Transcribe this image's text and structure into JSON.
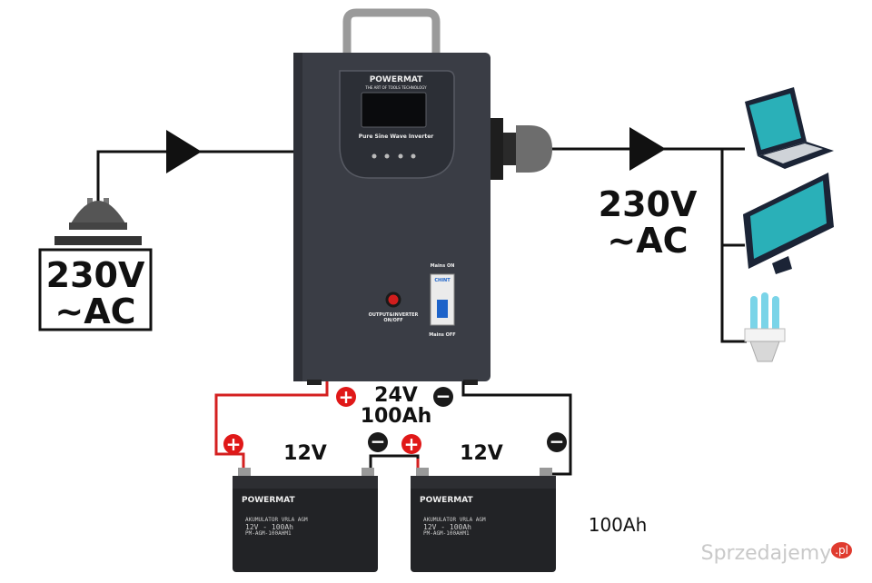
{
  "input": {
    "voltage": "230V",
    "type": "~AC"
  },
  "output": {
    "voltage": "230V",
    "type": "~AC"
  },
  "inverter": {
    "brand": "POWERMAT",
    "tagline": "THE ART OF TOOLS TECHNOLOGY",
    "model": "Pure Sine Wave Inverter",
    "switch_label_line1": "OUTPUT&INVERTER",
    "switch_label_line2": "ON/OFF",
    "mains_on": "Mains ON",
    "mains_off": "Mains OFF",
    "breaker_brand": "CHINT"
  },
  "battery_bank": {
    "voltage": "24V",
    "capacity": "100Ah",
    "plus": "+",
    "minus": "−"
  },
  "batteries": [
    {
      "voltage": "12V",
      "brand": "POWERMAT",
      "line1": "AKUMULATOR VRLA AGM",
      "line2": "12V - 100Ah",
      "line3": "PM-AGM-100AHM1"
    },
    {
      "voltage": "12V",
      "brand": "POWERMAT",
      "line1": "AKUMULATOR VRLA AGM",
      "line2": "12V - 100Ah",
      "line3": "PM-AGM-100AHM1"
    }
  ],
  "battery_capacity_label": "100Ah",
  "devices": [
    "laptop-icon",
    "monitor-icon",
    "bulb-icon"
  ],
  "watermark": {
    "text": "Sprzedajemy",
    "suffix": ".pl"
  },
  "colors": {
    "inverter": "#3a3d45",
    "wire_positive": "#d42020",
    "wire_negative": "#111111",
    "screen_accent": "#2ab0b8"
  }
}
